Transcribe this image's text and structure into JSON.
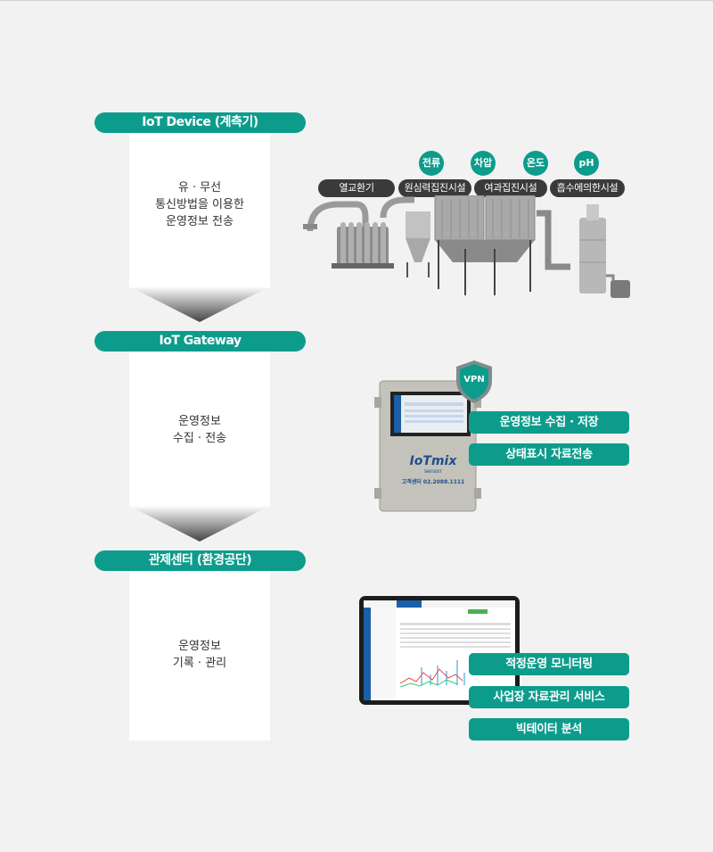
{
  "stages": [
    {
      "label": "IoT Device (계측기)",
      "desc": [
        "유 · 무선",
        "통신방법을 이용한",
        "운영정보 전송"
      ]
    },
    {
      "label": "IoT Gateway",
      "desc": [
        "운영정보",
        "수집 · 전송"
      ]
    },
    {
      "label": "관제센터 (환경공단)",
      "desc": [
        "운영정보",
        "기록 · 관리"
      ]
    }
  ],
  "device": {
    "facilities": [
      "열교환기",
      "원심력집진시설",
      "여과집진시설",
      "흡수에의한시설"
    ],
    "sensors": [
      "전류",
      "차압",
      "온도",
      "pH"
    ]
  },
  "gateway": {
    "vpn": "VPN",
    "brand": "IoTmix",
    "brand_sub": "sensor",
    "phone": "고객센터 02.2088.1111",
    "features": [
      "운영정보 수집 · 저장",
      "상태표시 자료전송"
    ]
  },
  "center": {
    "features": [
      "적정운영 모니터링",
      "사업장 자료관리 서비스",
      "빅테이터 분석"
    ]
  },
  "colors": {
    "accent": "#0d9c8c",
    "dark": "#3a3a3a"
  }
}
